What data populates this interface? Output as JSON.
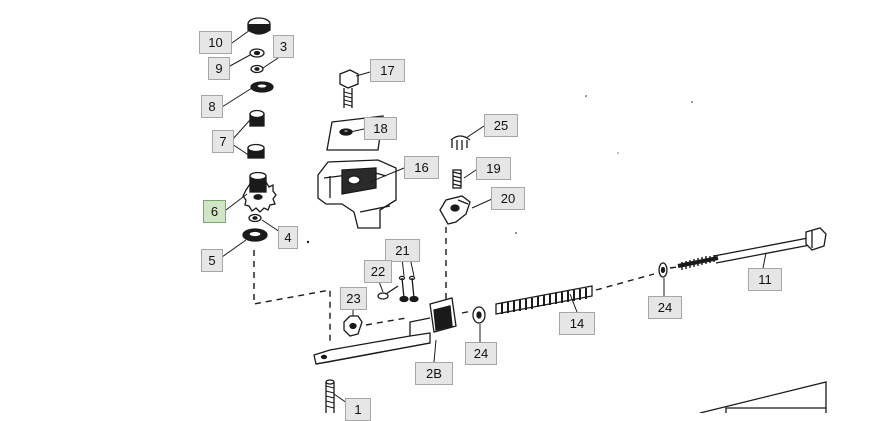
{
  "diagram": {
    "callouts": [
      {
        "key": "c10",
        "label": "10"
      },
      {
        "key": "c3",
        "label": "3"
      },
      {
        "key": "c9",
        "label": "9"
      },
      {
        "key": "c8",
        "label": "8"
      },
      {
        "key": "c7",
        "label": "7"
      },
      {
        "key": "c6",
        "label": "6",
        "selected": true
      },
      {
        "key": "c4",
        "label": "4"
      },
      {
        "key": "c5",
        "label": "5"
      },
      {
        "key": "c17",
        "label": "17"
      },
      {
        "key": "c18",
        "label": "18"
      },
      {
        "key": "c16",
        "label": "16"
      },
      {
        "key": "c25",
        "label": "25"
      },
      {
        "key": "c19",
        "label": "19"
      },
      {
        "key": "c20",
        "label": "20"
      },
      {
        "key": "c21",
        "label": "21"
      },
      {
        "key": "c22",
        "label": "22"
      },
      {
        "key": "c23",
        "label": "23"
      },
      {
        "key": "c14",
        "label": "14"
      },
      {
        "key": "c24a",
        "label": "24"
      },
      {
        "key": "c24b",
        "label": "24"
      },
      {
        "key": "c11",
        "label": "11"
      },
      {
        "key": "c28",
        "label": "2B"
      },
      {
        "key": "c1",
        "label": "1"
      }
    ],
    "colors": {
      "line": "#1a1a1a",
      "callout_fill": "#e6e6e6",
      "callout_border": "#a6a6a6",
      "selected_fill": "#cfe5c4",
      "selected_border": "#7aa86a"
    }
  }
}
